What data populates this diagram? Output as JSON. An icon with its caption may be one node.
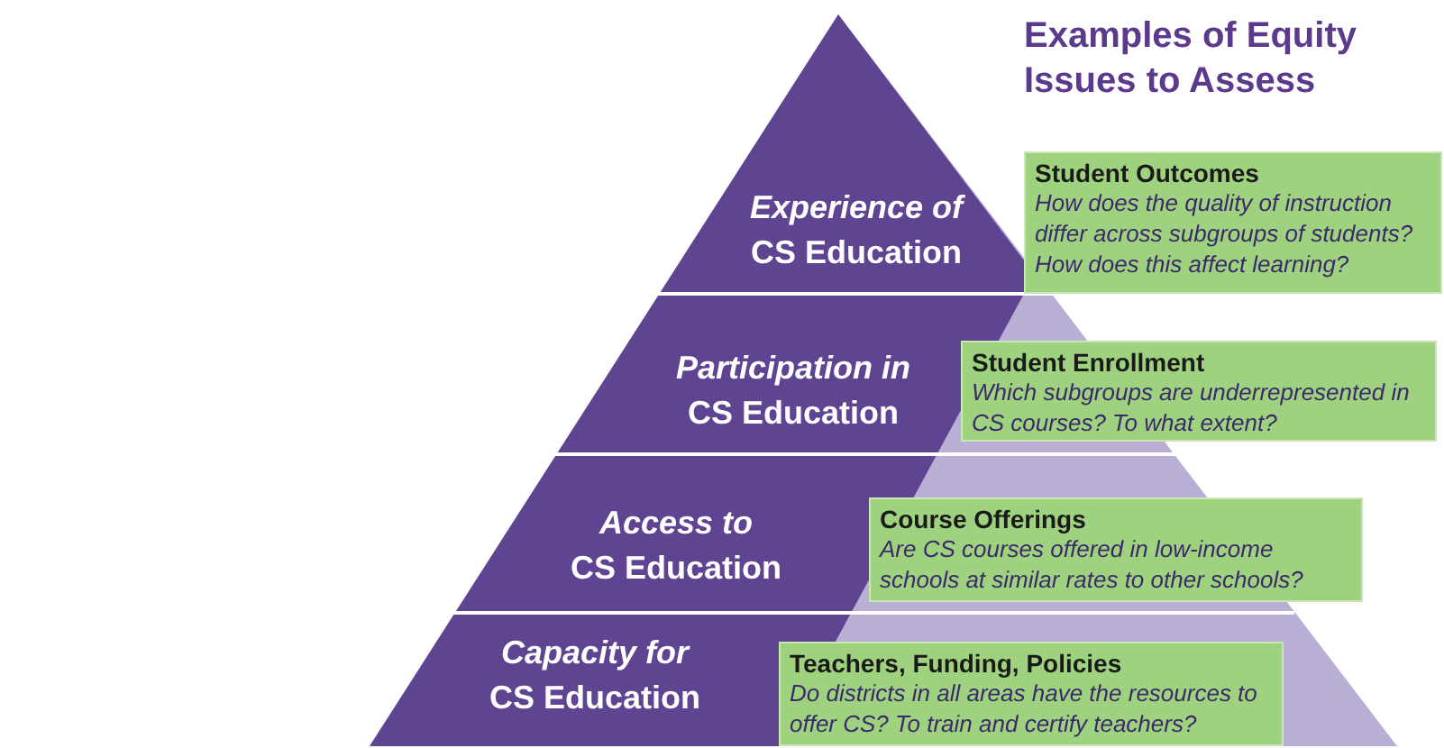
{
  "diagram": {
    "title": "Examples of Equity Issues to Assess",
    "nodes": [
      {
        "text": [
          "*Experience of* CS Education"
        ]
      },
      {
        "text": [
          "*Participation in* CS Education"
        ]
      },
      {
        "text": [
          "*Access to* CS Education"
        ]
      },
      {
        "text": [
          "*Capacity for* CS Education"
        ]
      },
      {
        "text": [
          "Student Outcomes",
          "How does the quality of instruction differ across subgroups of students? How does this affect learning?"
        ]
      },
      {
        "text": [
          "Student Enrollment",
          "Which subgroups are underrepresented in CS courses? To what extent?"
        ]
      },
      {
        "text": [
          "Course Offerings",
          "Are CS courses offered in low-income schools at similar rates to other schools?"
        ]
      },
      {
        "text": [
          "Teachers, Funding, Policies",
          "Do districts in all areas have the resources to offer CS? To train and certify teachers?"
        ]
      }
    ],
    "edges": []
  }
}
